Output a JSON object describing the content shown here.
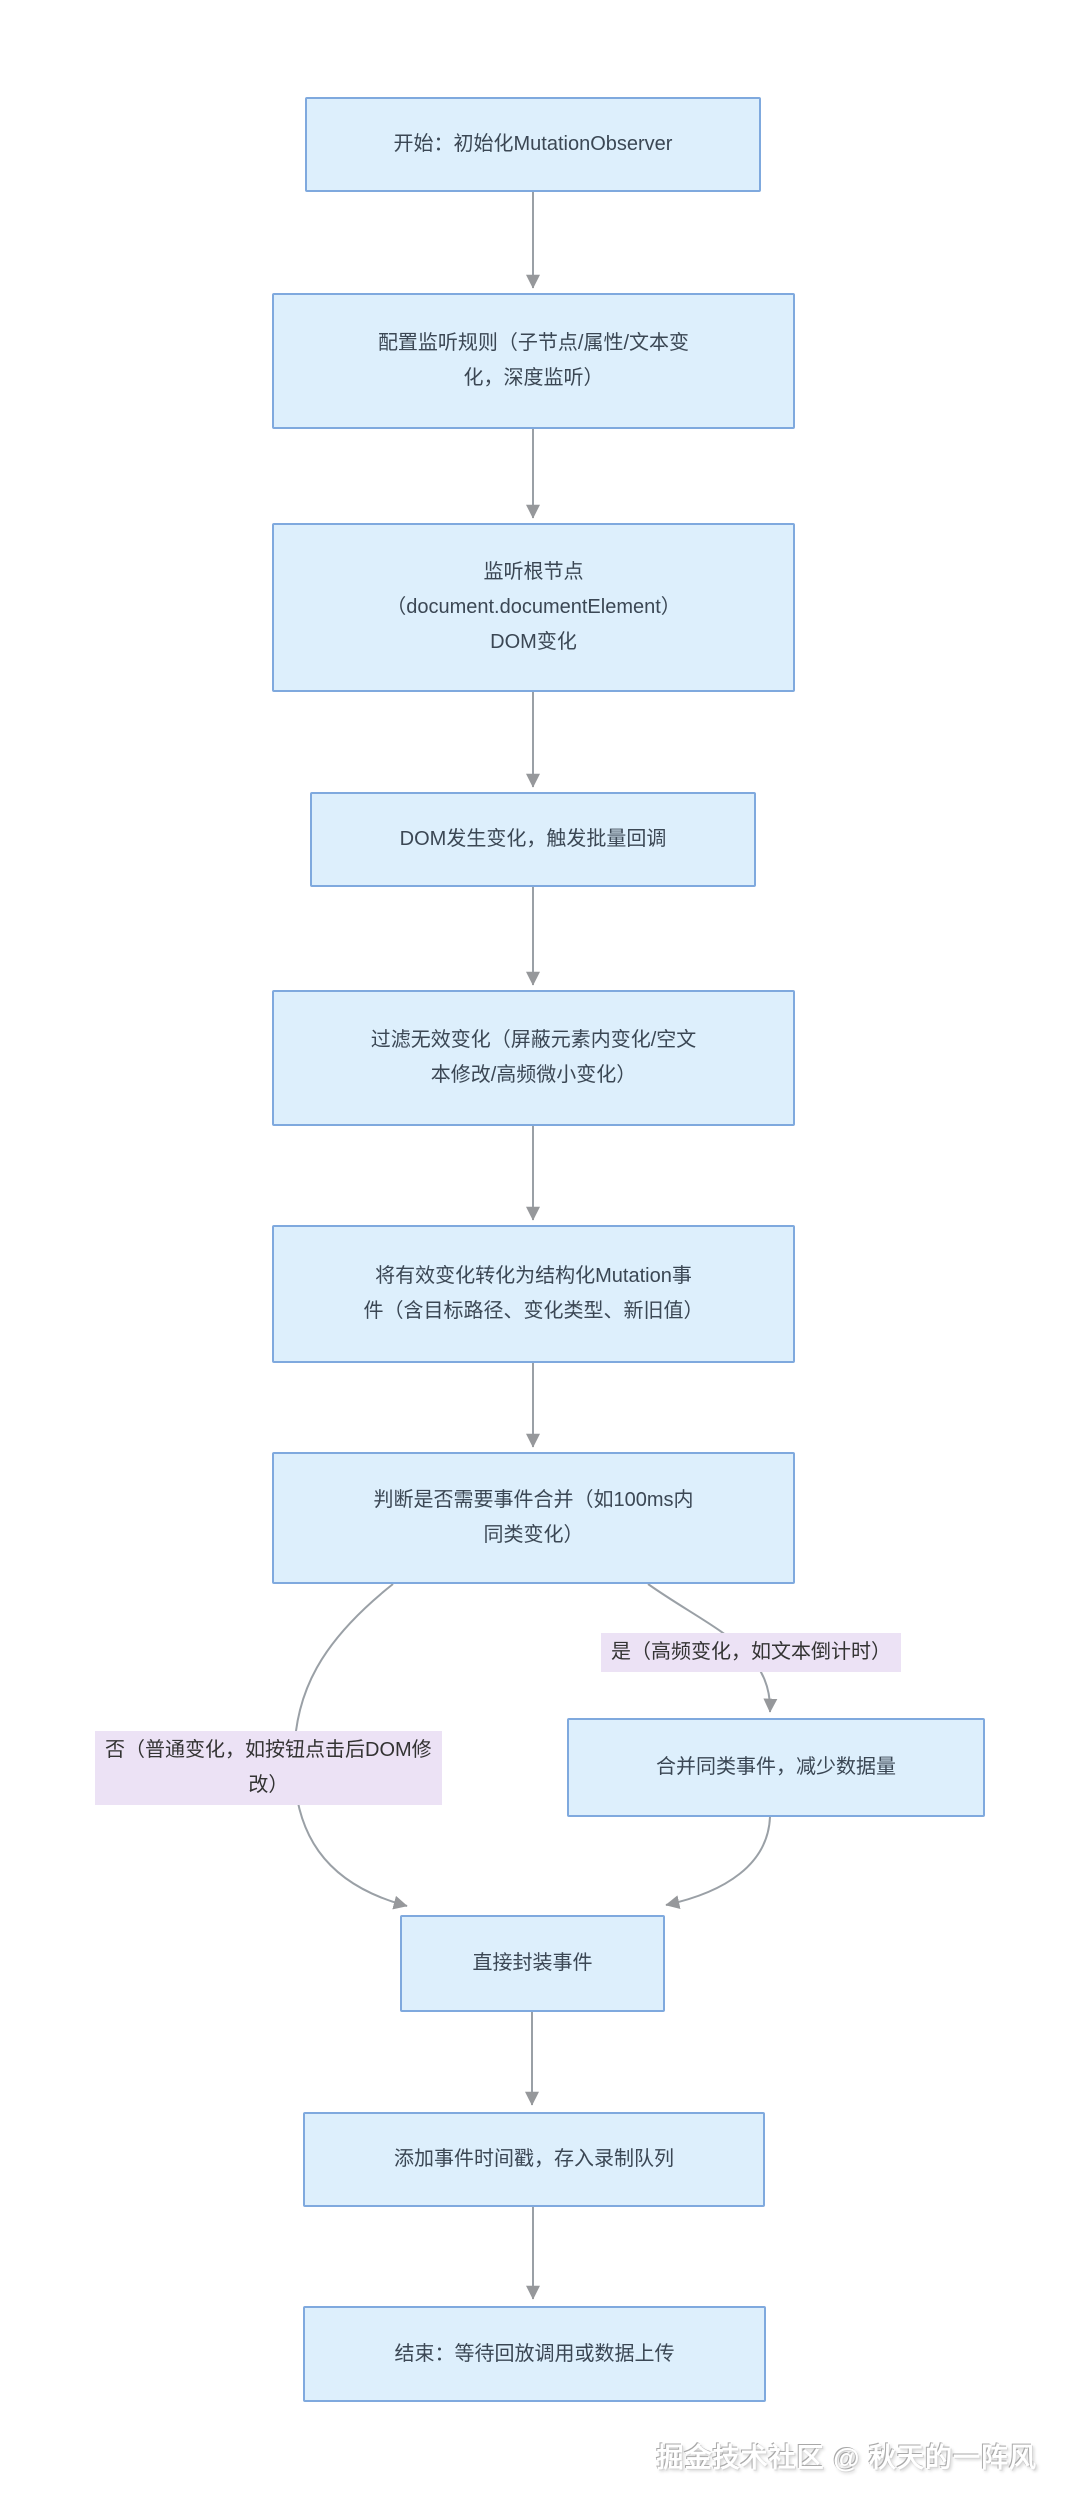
{
  "diagram": {
    "type": "flowchart",
    "direction": "top-down"
  },
  "nodes": {
    "start": {
      "text": "开始：初始化MutationObserver"
    },
    "config": {
      "text": [
        "配置监听规则（子节点/属性/文本变",
        "化，深度监听）"
      ]
    },
    "root": {
      "text": [
        "监听根节点",
        "（document.documentElement）",
        "DOM变化"
      ]
    },
    "dom": {
      "text": "DOM发生变化，触发批量回调"
    },
    "filter": {
      "text": [
        "过滤无效变化（屏蔽元素内变化/空文",
        "本修改/高频微小变化）"
      ]
    },
    "convert": {
      "text": [
        "将有效变化转化为结构化Mutation事",
        "件（含目标路径、变化类型、新旧值）"
      ]
    },
    "decision": {
      "text": [
        "判断是否需要事件合并（如100ms内",
        "同类变化）"
      ]
    },
    "merge": {
      "text": "合并同类事件，减少数据量"
    },
    "direct": {
      "text": "直接封装事件"
    },
    "ts": {
      "text": "添加事件时间戳，存入录制队列"
    },
    "end": {
      "text": "结束：等待回放调用或数据上传"
    }
  },
  "edge_labels": {
    "yes": "是（高频变化，如文本倒计时）",
    "no": [
      "否（普通变化，如按钮点击后DOM修",
      "改）"
    ]
  },
  "edges": [
    {
      "from": "start",
      "to": "config",
      "label": ""
    },
    {
      "from": "config",
      "to": "root",
      "label": ""
    },
    {
      "from": "root",
      "to": "dom",
      "label": ""
    },
    {
      "from": "dom",
      "to": "filter",
      "label": ""
    },
    {
      "from": "filter",
      "to": "convert",
      "label": ""
    },
    {
      "from": "convert",
      "to": "decision",
      "label": ""
    },
    {
      "from": "decision",
      "to": "merge",
      "label": "是（高频变化，如文本倒计时）"
    },
    {
      "from": "decision",
      "to": "direct",
      "label": "否（普通变化，如按钮点击后DOM修改）"
    },
    {
      "from": "merge",
      "to": "direct",
      "label": ""
    },
    {
      "from": "direct",
      "to": "ts",
      "label": ""
    },
    {
      "from": "ts",
      "to": "end",
      "label": ""
    }
  ],
  "watermark": {
    "text": "掘金技术社区 @ 秋天的一阵风"
  },
  "colors": {
    "node_fill": "#ddeffc",
    "node_border": "#7fa9de",
    "node_text": "#3b4754",
    "edge_line": "#9aa0a6",
    "edge_label_bg": "#ece2f5",
    "edge_label_text": "#333333",
    "background": "#ffffff",
    "watermark_text": "#ffffff"
  }
}
